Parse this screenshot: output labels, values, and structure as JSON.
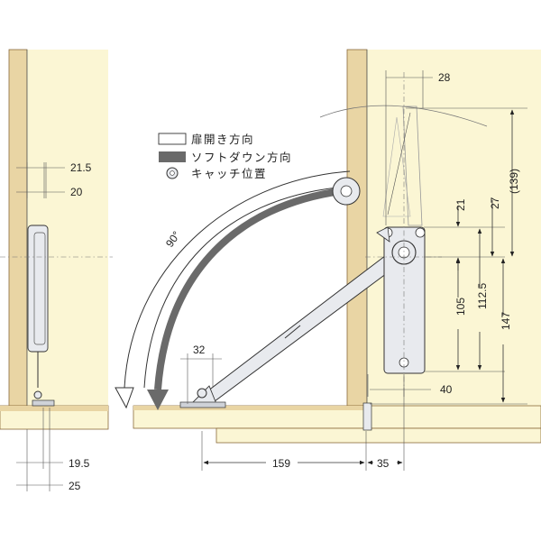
{
  "colors": {
    "wood_face": "#fbf6d4",
    "wood_edge": "#e9d5a4",
    "wood_stroke": "#8a6a3a",
    "metal": "#e8eaee",
    "metal_stroke": "#333333",
    "soft_down_arrow": "#6a6a6a"
  },
  "legend": {
    "door_open": "扉開き方向",
    "soft_down": "ソフトダウン方向",
    "catch": "キャッチ位置"
  },
  "angle_label": "90°",
  "dims": {
    "d21_5": "21.5",
    "d20": "20",
    "d19_5": "19.5",
    "d25": "25",
    "d28": "28",
    "d139": "(139)",
    "d27": "27",
    "d21": "21",
    "d105": "105",
    "d112_5": "112.5",
    "d147": "147",
    "d32": "32",
    "d40": "40",
    "d159": "159",
    "d35": "35"
  }
}
